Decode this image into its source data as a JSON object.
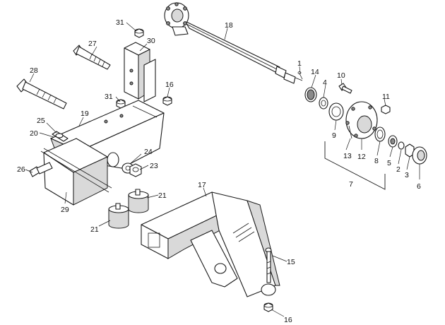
{
  "callouts": {
    "p1": "1",
    "p2": "2",
    "p3": "3",
    "p4": "4",
    "p5": "5",
    "p6": "6",
    "p7": "7",
    "p8": "8",
    "p9": "9",
    "p10": "10",
    "p11": "11",
    "p12": "12",
    "p13": "13",
    "p14": "14",
    "p15": "15",
    "p16a": "16",
    "p16b": "16",
    "p17": "17",
    "p18": "18",
    "p19": "19",
    "p20": "20",
    "p21a": "21",
    "p21b": "21",
    "p23": "23",
    "p24": "24",
    "p25": "25",
    "p26": "26",
    "p27": "27",
    "p28": "28",
    "p29": "29",
    "p30": "30",
    "p31a": "31",
    "p31b": "31"
  },
  "colors": {
    "line": "#1a1a1a",
    "background": "#ffffff",
    "shade": "#d9d9d9"
  }
}
